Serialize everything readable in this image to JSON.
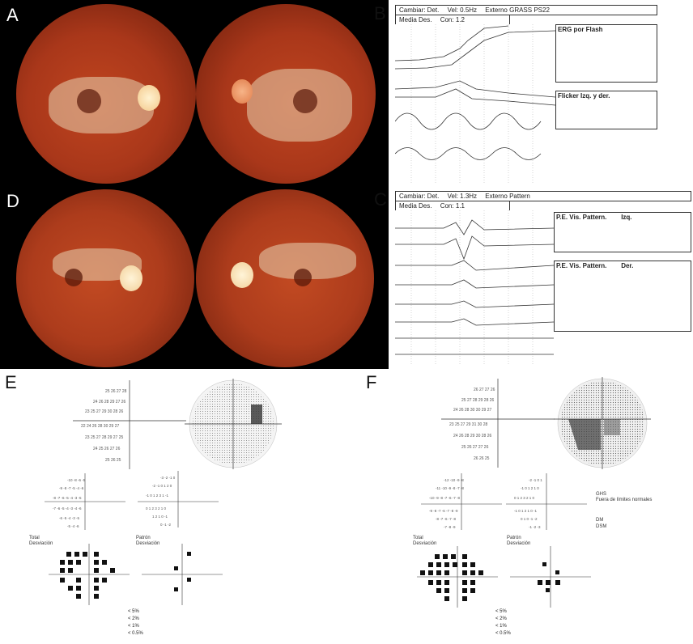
{
  "panels": {
    "A": "A",
    "B": "B",
    "C": "C",
    "D": "D",
    "E": "E",
    "F": "F"
  },
  "erg_flash": {
    "header_row1": [
      "Cambiar: Det.",
      "Vel: 0.5Hz",
      "Externo GRASS PS22"
    ],
    "header_row2": [
      "Media Des.",
      "Con: 1.2"
    ],
    "table1_title": "ERG por Flash",
    "table2_title": "Flicker Izq. y der."
  },
  "erg_pattern": {
    "header_row1": [
      "Cambiar: Det.",
      "Vel: 1.3Hz",
      "Externo Pattern"
    ],
    "header_row2": [
      "Media Des.",
      "Con: 1.1"
    ],
    "table1_title": "P.E. Vis. Pattern.",
    "table1_side": "Izq.",
    "table2_title": "P.E. Vis. Pattern.",
    "table2_side": "Der."
  },
  "vf_left": {
    "total_label_1": "Total",
    "total_label_2": "Desviación",
    "pattern_label_1": "Patrón",
    "pattern_label_2": "Desviación",
    "legend": [
      "< 5%",
      "< 2%",
      "< 1%",
      "< 0.5%"
    ]
  },
  "vf_right": {
    "ghs_title": "GHS",
    "ghs_text": "Fuera de límites normales",
    "md": "DM",
    "psd": "DSM",
    "total_label_1": "Total",
    "total_label_2": "Desviación",
    "pattern_label_1": "Patrón",
    "pattern_label_2": "Desviación",
    "legend": [
      "< 5%",
      "< 2%",
      "< 1%",
      "< 0.5%"
    ]
  },
  "colors": {
    "fundus_bg": "#000000",
    "retina": "#b33a1c",
    "disc": "#f3d9a8",
    "scar": "#e7d3b3"
  }
}
